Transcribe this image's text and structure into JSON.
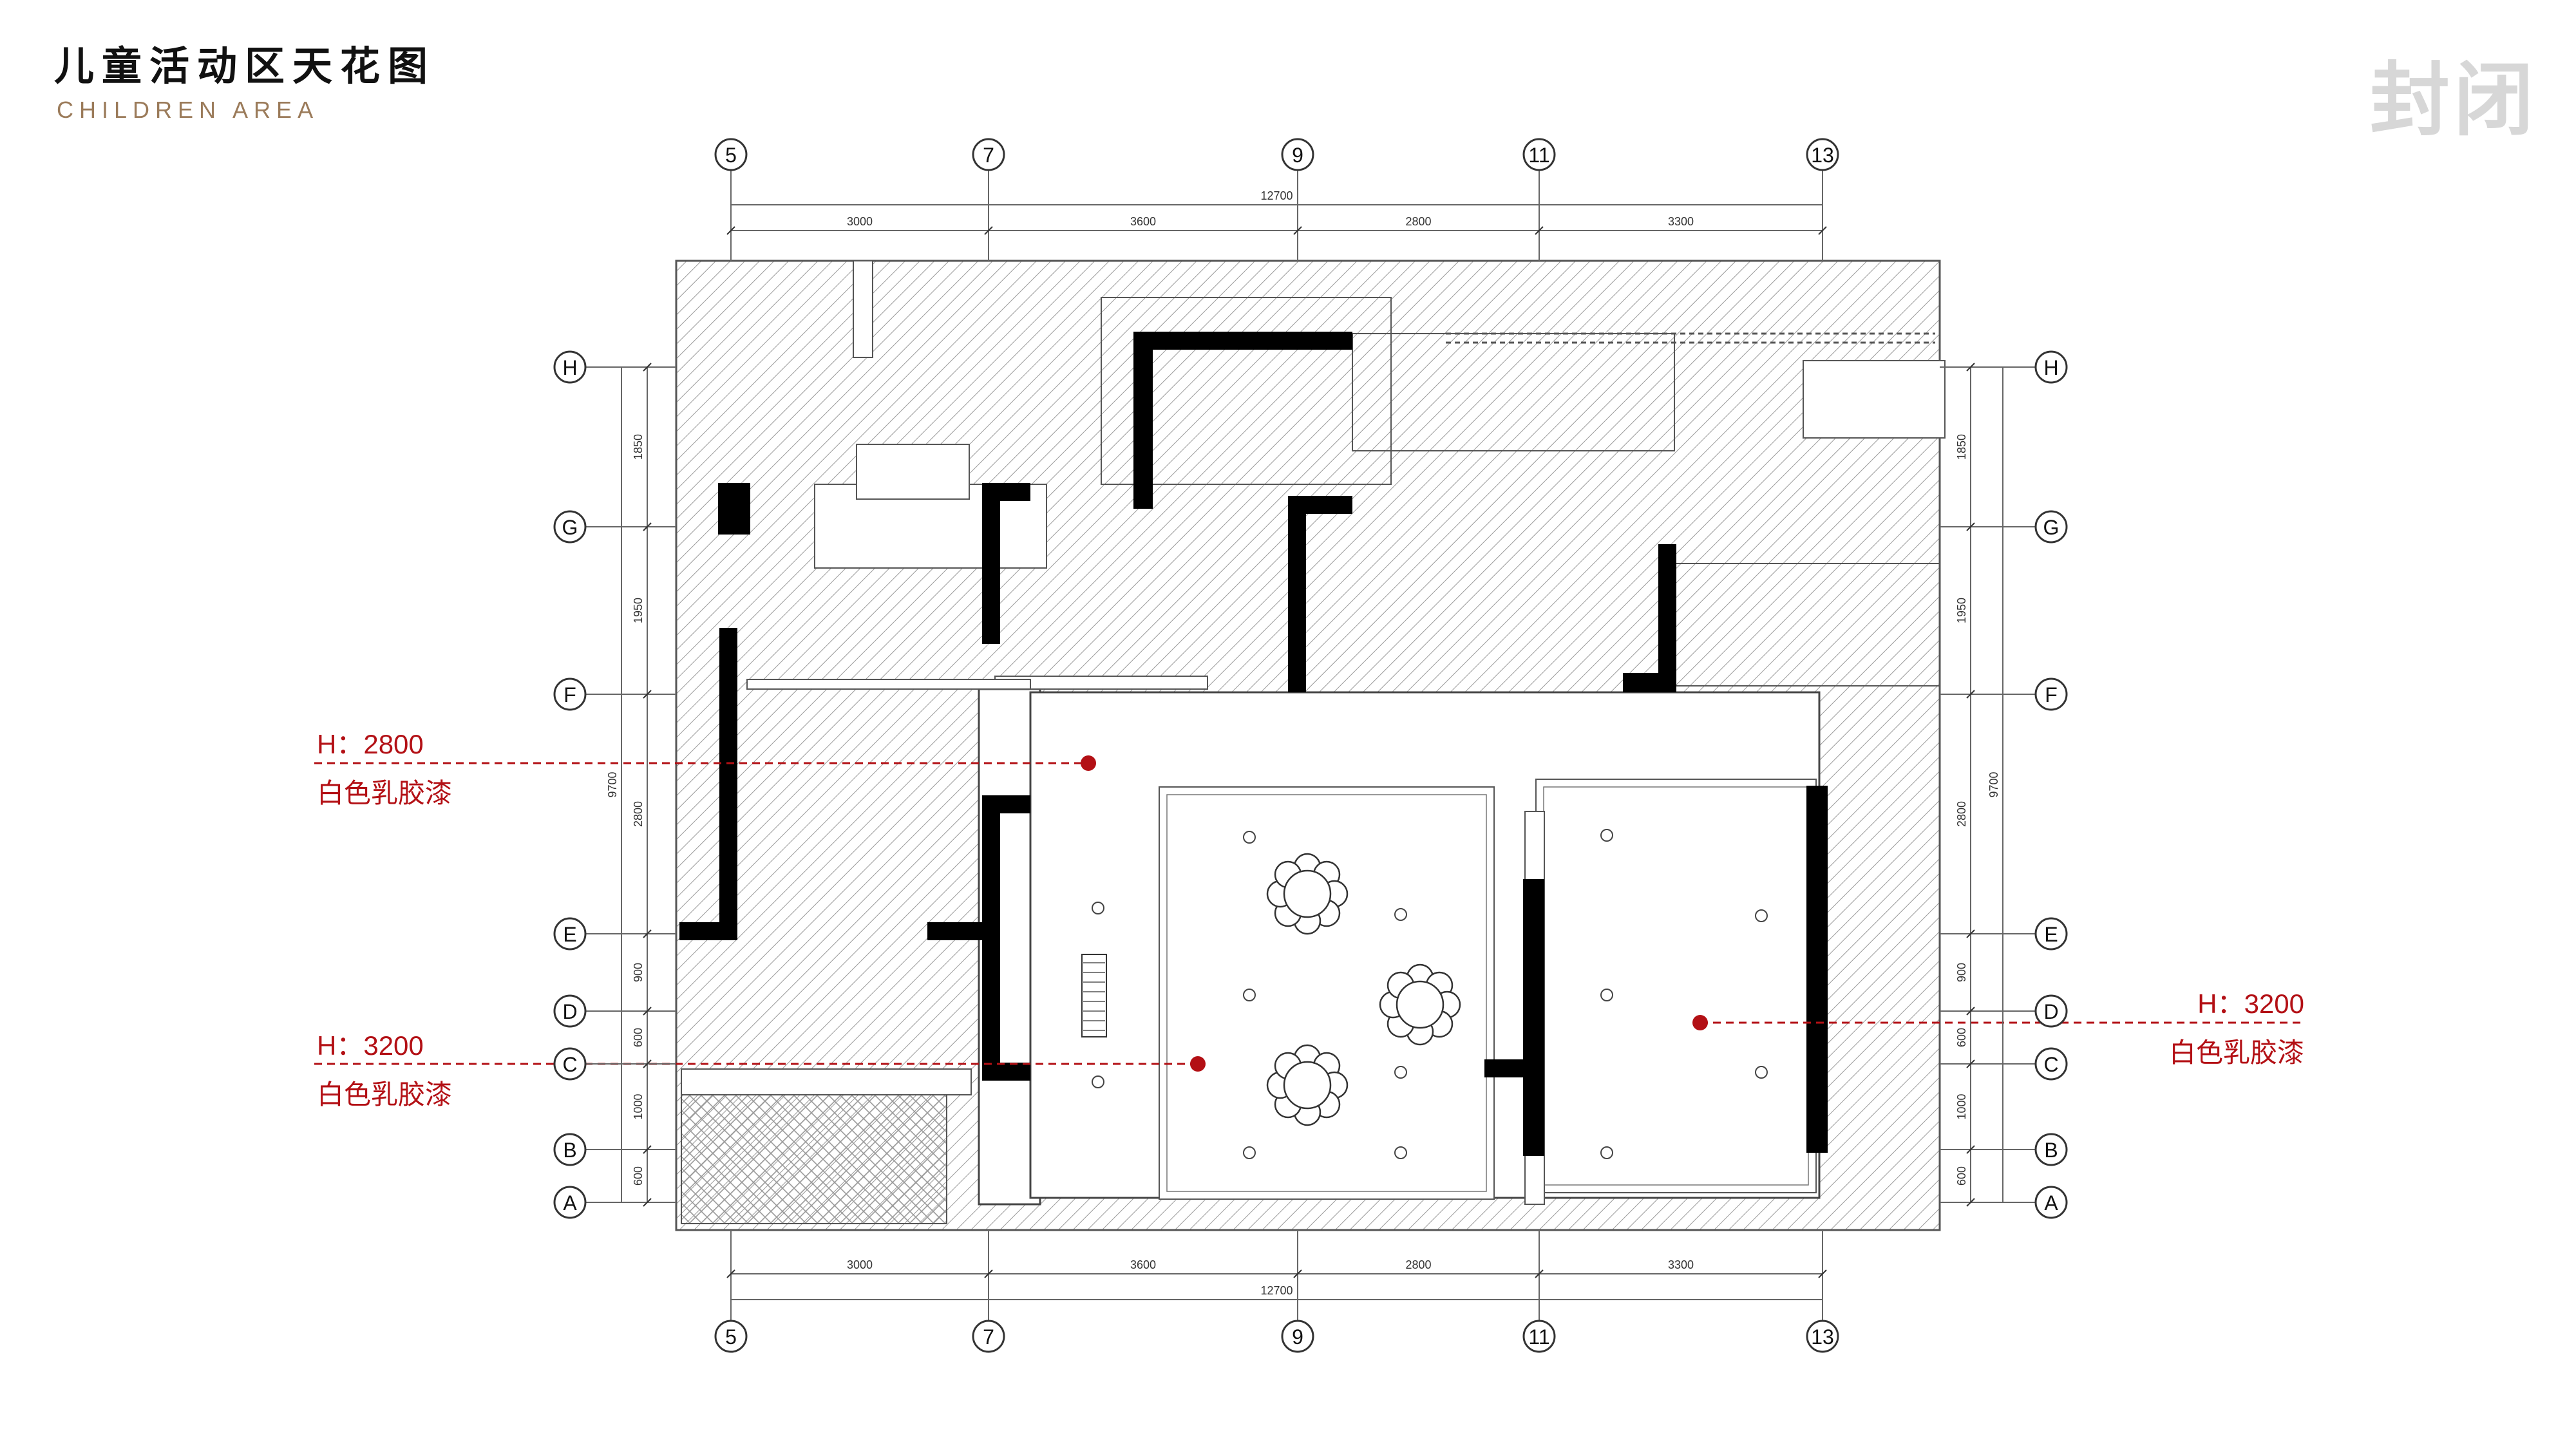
{
  "header": {
    "title_cn": "儿童活动区天花图",
    "title_en": "CHILDREN AREA",
    "status": "封闭"
  },
  "grid": {
    "columns": [
      "5",
      "7",
      "9",
      "11",
      "13"
    ],
    "rows": [
      "H",
      "G",
      "F",
      "E",
      "D",
      "C",
      "B",
      "A"
    ]
  },
  "dimensions": {
    "top_total": "12700",
    "top_spans": [
      "3000",
      "3600",
      "2800",
      "3300"
    ],
    "bottom_spans": [
      "3000",
      "3600",
      "2800",
      "3300"
    ],
    "bottom_total": "12700",
    "left_spans": [
      "1850",
      "1950",
      "2800",
      "900",
      "600",
      "1000",
      "600"
    ],
    "left_total": "9700",
    "right_spans": [
      "1850",
      "1950",
      "2800",
      "900",
      "600",
      "1000",
      "600"
    ],
    "right_total": "9700"
  },
  "annotations": [
    {
      "height": "H：2800",
      "material": "白色乳胶漆"
    },
    {
      "height": "H：3200",
      "material": "白色乳胶漆"
    },
    {
      "height": "H：3200",
      "material": "白色乳胶漆"
    }
  ],
  "colors": {
    "annotation": "#b31015",
    "wall": "#000000",
    "hatch": "#9a9a9a",
    "title_en": "#9b7b5a",
    "status": "#d7d7d7"
  }
}
